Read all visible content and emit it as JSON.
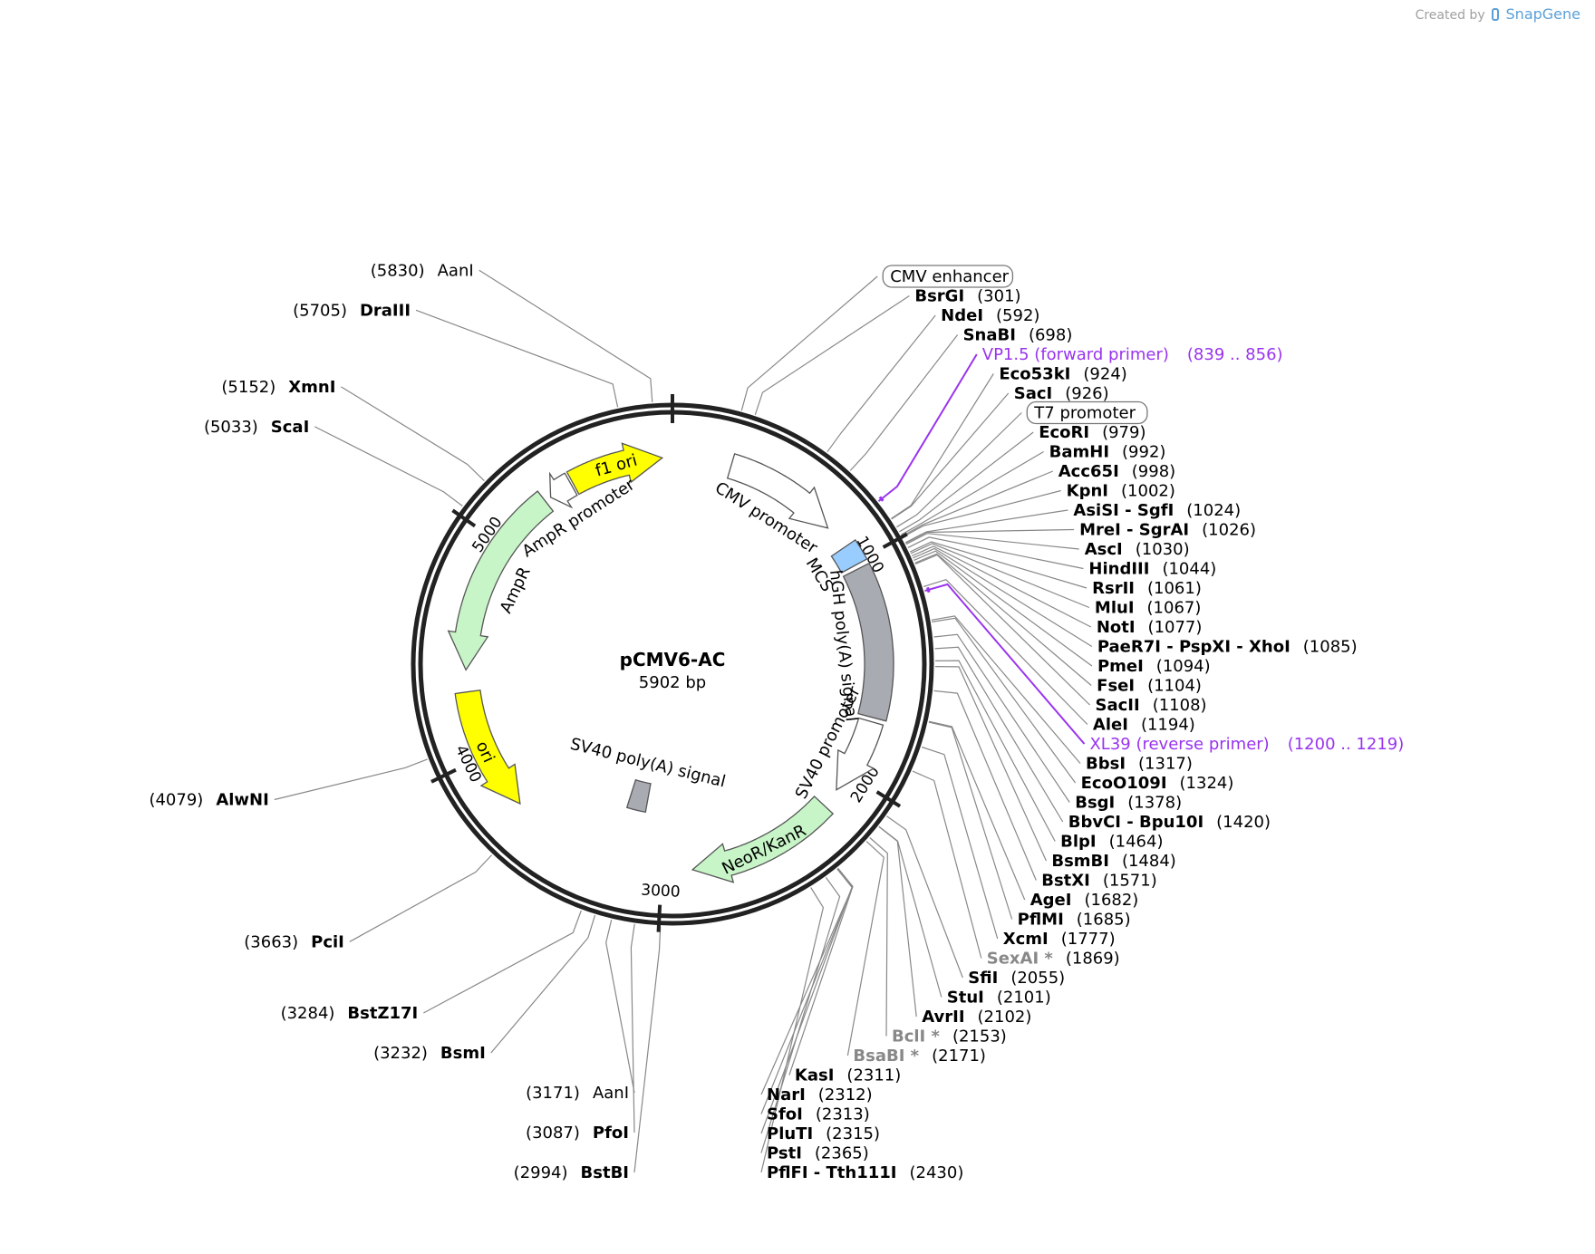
{
  "plasmid": {
    "name": "pCMV6-AC",
    "size_label": "5902 bp",
    "total_bp": 5902
  },
  "credit": {
    "prefix": "Created by",
    "brand": "SnapGene"
  },
  "colors": {
    "yellow": "#ffff00",
    "green": "#c8f5c8",
    "blue": "#99ccff",
    "gray": "#a8abb2",
    "purple": "#9933ee",
    "white": "#ffffff"
  },
  "ticks": [
    {
      "bp": 1000,
      "label": "1000"
    },
    {
      "bp": 2000,
      "label": "2000"
    },
    {
      "bp": 3000,
      "label": "3000"
    },
    {
      "bp": 4000,
      "label": "4000"
    },
    {
      "bp": 5000,
      "label": "5000"
    }
  ],
  "features": [
    {
      "name": "f1 ori",
      "type": "arrow",
      "start": 5430,
      "end": 5856,
      "color": "#ffff00",
      "dir": 1,
      "ring": "outer",
      "label_inside": true
    },
    {
      "name": "AmpR promoter",
      "type": "arrow",
      "start": 5310,
      "end": 5420,
      "color": "#ffffff",
      "dir": -1,
      "ring": "outer",
      "label_inside": false
    },
    {
      "name": "AmpR",
      "type": "arrow",
      "start": 4400,
      "end": 5280,
      "color": "#c8f5c8",
      "dir": -1,
      "ring": "outer",
      "label_inside": false
    },
    {
      "name": "ori",
      "type": "arrow",
      "start": 3730,
      "end": 4300,
      "color": "#ffff00",
      "dir": -1,
      "ring": "outer",
      "label_inside": true
    },
    {
      "name": "CMV promoter",
      "type": "arrow",
      "start": 270,
      "end": 800,
      "color": "#ffffff",
      "dir": 1,
      "ring": "outer",
      "label_inside": false
    },
    {
      "name": "MCS",
      "type": "box",
      "start": 915,
      "end": 1010,
      "color": "#99ccff",
      "ring": "outer"
    },
    {
      "name": "hGH poly(A) signal",
      "type": "box",
      "start": 1030,
      "end": 1720,
      "color": "#a8abb2",
      "ring": "outer"
    },
    {
      "name": "SV40 promoter",
      "type": "arrow",
      "start": 1740,
      "end": 2090,
      "color": "#ffffff",
      "dir": 1,
      "ring": "outer",
      "label_inside": false
    },
    {
      "name": "NeoR/KanR",
      "type": "arrow",
      "start": 2180,
      "end": 2860,
      "color": "#c8f5c8",
      "dir": 1,
      "ring": "outer",
      "label_inside": true
    },
    {
      "name": "SV40 poly(A) signal",
      "type": "box",
      "start": 3120,
      "end": 3240,
      "color": "#a8abb2",
      "ring": "inner"
    }
  ],
  "enzymes": [
    {
      "name": "AanI",
      "pos": 5830,
      "num": "(5830)",
      "order": "num-first",
      "bold": false
    },
    {
      "name": "DraIII",
      "pos": 5705,
      "num": "(5705)",
      "order": "num-first",
      "bold": true
    },
    {
      "name": "XmnI",
      "pos": 5152,
      "num": "(5152)",
      "order": "num-first",
      "bold": true
    },
    {
      "name": "ScaI",
      "pos": 5033,
      "num": "(5033)",
      "order": "num-first",
      "bold": true
    },
    {
      "name": "AlwNI",
      "pos": 4079,
      "num": "(4079)",
      "order": "num-first",
      "bold": true
    },
    {
      "name": "PciI",
      "pos": 3663,
      "num": "(3663)",
      "order": "num-first",
      "bold": true
    },
    {
      "name": "BstZ17I",
      "pos": 3284,
      "num": "(3284)",
      "order": "num-first",
      "bold": true
    },
    {
      "name": "BsmI",
      "pos": 3232,
      "num": "(3232)",
      "order": "num-first",
      "bold": true
    },
    {
      "name": "AanI",
      "pos": 3171,
      "num": "(3171)",
      "order": "num-first",
      "bold": false
    },
    {
      "name": "PfoI",
      "pos": 3087,
      "num": "(3087)",
      "order": "num-first",
      "bold": true
    },
    {
      "name": "BstBI",
      "pos": 2994,
      "num": "(2994)",
      "order": "num-first",
      "bold": true
    },
    {
      "name": "BsrGI",
      "pos": 301,
      "num": "(301)",
      "order": "name-first",
      "bold": true
    },
    {
      "name": "NdeI",
      "pos": 592,
      "num": "(592)",
      "order": "name-first",
      "bold": true
    },
    {
      "name": "SnaBI",
      "pos": 698,
      "num": "(698)",
      "order": "name-first",
      "bold": true
    },
    {
      "name": "Eco53kI",
      "pos": 924,
      "num": "(924)",
      "order": "name-first",
      "bold": true
    },
    {
      "name": "SacI",
      "pos": 926,
      "num": "(926)",
      "order": "name-first",
      "bold": true
    },
    {
      "name": "EcoRI",
      "pos": 979,
      "num": "(979)",
      "order": "name-first",
      "bold": true
    },
    {
      "name": "BamHI",
      "pos": 992,
      "num": "(992)",
      "order": "name-first",
      "bold": true
    },
    {
      "name": "Acc65I",
      "pos": 998,
      "num": "(998)",
      "order": "name-first",
      "bold": true
    },
    {
      "name": "KpnI",
      "pos": 1002,
      "num": "(1002)",
      "order": "name-first",
      "bold": true
    },
    {
      "name": "AsiSI  - SgfI",
      "pos": 1024,
      "num": "(1024)",
      "order": "name-first",
      "bold": true
    },
    {
      "name": "MreI  - SgrAI",
      "pos": 1026,
      "num": "(1026)",
      "order": "name-first",
      "bold": true
    },
    {
      "name": "AscI",
      "pos": 1030,
      "num": "(1030)",
      "order": "name-first",
      "bold": true
    },
    {
      "name": "HindIII",
      "pos": 1044,
      "num": "(1044)",
      "order": "name-first",
      "bold": true
    },
    {
      "name": "RsrII",
      "pos": 1061,
      "num": "(1061)",
      "order": "name-first",
      "bold": true
    },
    {
      "name": "MluI",
      "pos": 1067,
      "num": "(1067)",
      "order": "name-first",
      "bold": true
    },
    {
      "name": "NotI",
      "pos": 1077,
      "num": "(1077)",
      "order": "name-first",
      "bold": true
    },
    {
      "name": "PaeR7I  - PspXI  - XhoI",
      "pos": 1085,
      "num": "(1085)",
      "order": "name-first",
      "bold": true
    },
    {
      "name": "PmeI",
      "pos": 1094,
      "num": "(1094)",
      "order": "name-first",
      "bold": true
    },
    {
      "name": "FseI",
      "pos": 1104,
      "num": "(1104)",
      "order": "name-first",
      "bold": true
    },
    {
      "name": "SacII",
      "pos": 1108,
      "num": "(1108)",
      "order": "name-first",
      "bold": true
    },
    {
      "name": "AleI",
      "pos": 1194,
      "num": "(1194)",
      "order": "name-first",
      "bold": true
    },
    {
      "name": "BbsI",
      "pos": 1317,
      "num": "(1317)",
      "order": "name-first",
      "bold": true
    },
    {
      "name": "EcoO109I",
      "pos": 1324,
      "num": "(1324)",
      "order": "name-first",
      "bold": true
    },
    {
      "name": "BsgI",
      "pos": 1378,
      "num": "(1378)",
      "order": "name-first",
      "bold": true
    },
    {
      "name": "BbvCI  - Bpu10I",
      "pos": 1420,
      "num": "(1420)",
      "order": "name-first",
      "bold": true
    },
    {
      "name": "BlpI",
      "pos": 1464,
      "num": "(1464)",
      "order": "name-first",
      "bold": true
    },
    {
      "name": "BsmBI",
      "pos": 1484,
      "num": "(1484)",
      "order": "name-first",
      "bold": true
    },
    {
      "name": "BstXI",
      "pos": 1571,
      "num": "(1571)",
      "order": "name-first",
      "bold": true
    },
    {
      "name": "AgeI",
      "pos": 1682,
      "num": "(1682)",
      "order": "name-first",
      "bold": true
    },
    {
      "name": "PflMI",
      "pos": 1685,
      "num": "(1685)",
      "order": "name-first",
      "bold": true
    },
    {
      "name": "XcmI",
      "pos": 1777,
      "num": "(1777)",
      "order": "name-first",
      "bold": true
    },
    {
      "name": "SexAI *",
      "pos": 1869,
      "num": "(1869)",
      "order": "name-first",
      "bold": true,
      "dim": true
    },
    {
      "name": "SfiI",
      "pos": 2055,
      "num": "(2055)",
      "order": "name-first",
      "bold": true
    },
    {
      "name": "StuI",
      "pos": 2101,
      "num": "(2101)",
      "order": "name-first",
      "bold": true
    },
    {
      "name": "AvrII",
      "pos": 2102,
      "num": "(2102)",
      "order": "name-first",
      "bold": true
    },
    {
      "name": "BclI *",
      "pos": 2153,
      "num": "(2153)",
      "order": "name-first",
      "bold": true,
      "dim": true
    },
    {
      "name": "BsaBI *",
      "pos": 2171,
      "num": "(2171)",
      "order": "name-first",
      "bold": true,
      "dim": true
    },
    {
      "name": "KasI",
      "pos": 2311,
      "num": "(2311)",
      "order": "name-first",
      "bold": true
    },
    {
      "name": "NarI",
      "pos": 2312,
      "num": "(2312)",
      "order": "name-first",
      "bold": true
    },
    {
      "name": "SfoI",
      "pos": 2313,
      "num": "(2313)",
      "order": "name-first",
      "bold": true
    },
    {
      "name": "PluTI",
      "pos": 2315,
      "num": "(2315)",
      "order": "name-first",
      "bold": true
    },
    {
      "name": "PstI",
      "pos": 2365,
      "num": "(2365)",
      "order": "name-first",
      "bold": true
    },
    {
      "name": "PflFI  - Tth111I",
      "pos": 2430,
      "num": "(2430)",
      "order": "name-first",
      "bold": true
    }
  ],
  "boxed_labels": [
    {
      "name": "CMV enhancer",
      "pos": 250
    },
    {
      "name": "T7 promoter",
      "pos": 960
    }
  ],
  "primers": [
    {
      "name": "VP1.5 (forward primer)",
      "range": "(839 .. 856)",
      "pos": 847
    },
    {
      "name": "XL39 (reverse primer)",
      "range": "(1200 .. 1219)",
      "pos": 1210
    }
  ]
}
